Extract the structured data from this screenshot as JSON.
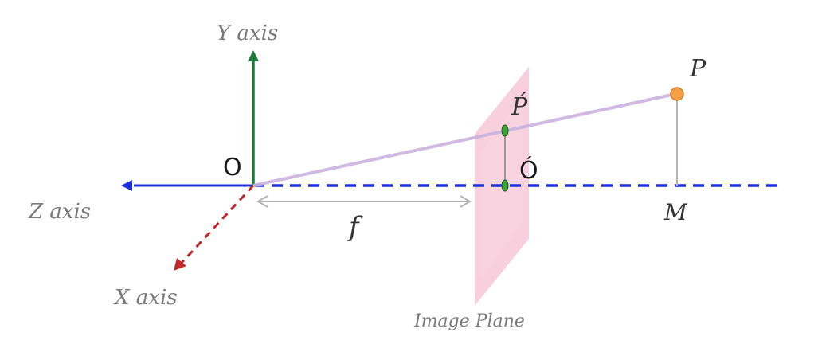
{
  "labels": {
    "y_axis": "Y axis",
    "z_axis": "Z axis",
    "x_axis": "X axis",
    "origin": "O",
    "image_point": "Ṕ",
    "image_center": "Ó",
    "point": "P",
    "foot": "M",
    "focal": "f",
    "image_plane": "Image Plane"
  },
  "colors": {
    "y_axis": "#1e7a3c",
    "z_axis": "#1a2fe0",
    "x_axis": "#c0282c",
    "ray": "#c9b3df",
    "plane": "#f6bfd0",
    "point": "#f5a043",
    "image_point": "#3fa33a",
    "guide": "#b5b5b5"
  }
}
